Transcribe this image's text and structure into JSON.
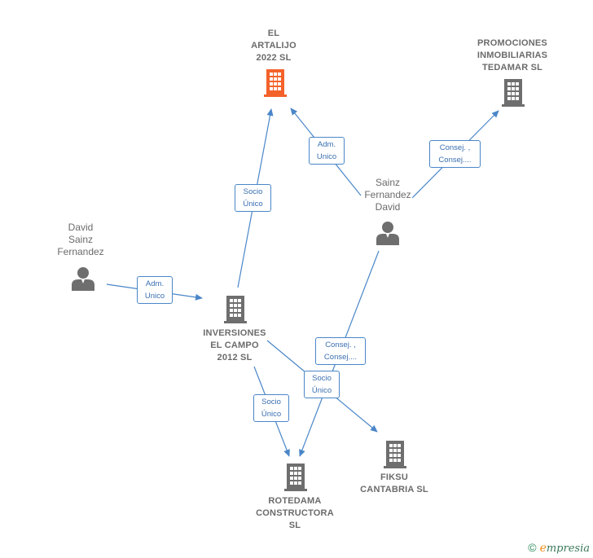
{
  "nodes": {
    "artalijo": {
      "label": "EL\nARTALIJO\n2022  SL",
      "type": "company",
      "highlight": true
    },
    "promociones": {
      "label": "PROMOCIONES\nINMOBILIARIAS\nTEDAMAR SL",
      "type": "company"
    },
    "sainz": {
      "label": "Sainz\nFernandez\nDavid",
      "type": "person"
    },
    "david": {
      "label": "David\nSainz\nFernandez",
      "type": "person"
    },
    "inversiones": {
      "label": "INVERSIONES\nEL CAMPO\n2012 SL",
      "type": "company"
    },
    "rotedama": {
      "label": "ROTEDAMA\nCONSTRUCTORA\nSL",
      "type": "company"
    },
    "fiksu": {
      "label": "FIKSU\nCANTABRIA  SL",
      "type": "company"
    }
  },
  "edges": {
    "sainz_artalijo": "Adm.\nUnico",
    "sainz_promociones": "Consej. ,\nConsej....",
    "inversiones_artalijo": "Socio\nÚnico",
    "david_inversiones": "Adm.\nUnico",
    "sainz_rotedama": "Consej. ,\nConsej....",
    "inversiones_fiksu": "Socio\nÚnico",
    "inversiones_rotedama": "Socio\nÚnico"
  },
  "colors": {
    "highlight": "#f4622b",
    "node": "#6e6e6e",
    "edge": "#4a86c8"
  },
  "footer": {
    "copyright": "©",
    "brand_first": "e",
    "brand_rest": "mpresia"
  }
}
